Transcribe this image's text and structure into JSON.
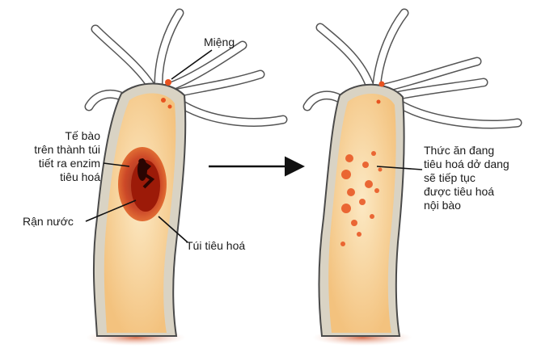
{
  "labels": {
    "mouth": "Miệng",
    "gland_cells": [
      "Tế bào",
      "trên thành túi",
      "tiết ra enzim",
      "tiêu hoá"
    ],
    "water_flea": "Rận nước",
    "gut_cavity": "Túi tiêu hoá",
    "partial_digestion": [
      "Thức ăn đang",
      "tiêu hoá dở dang",
      "sẽ tiếp tục",
      "được tiêu hoá",
      "nội bào"
    ]
  },
  "colors": {
    "body_wall": "#d9d3c4",
    "outline": "#4a4a4a",
    "gut": "#f6d49a",
    "gut_light": "#fbe6bd",
    "prey": "#b8260e",
    "prey_dark": "#5a0b05",
    "food_particles": "#e8521f",
    "base": "#d26a4a"
  }
}
